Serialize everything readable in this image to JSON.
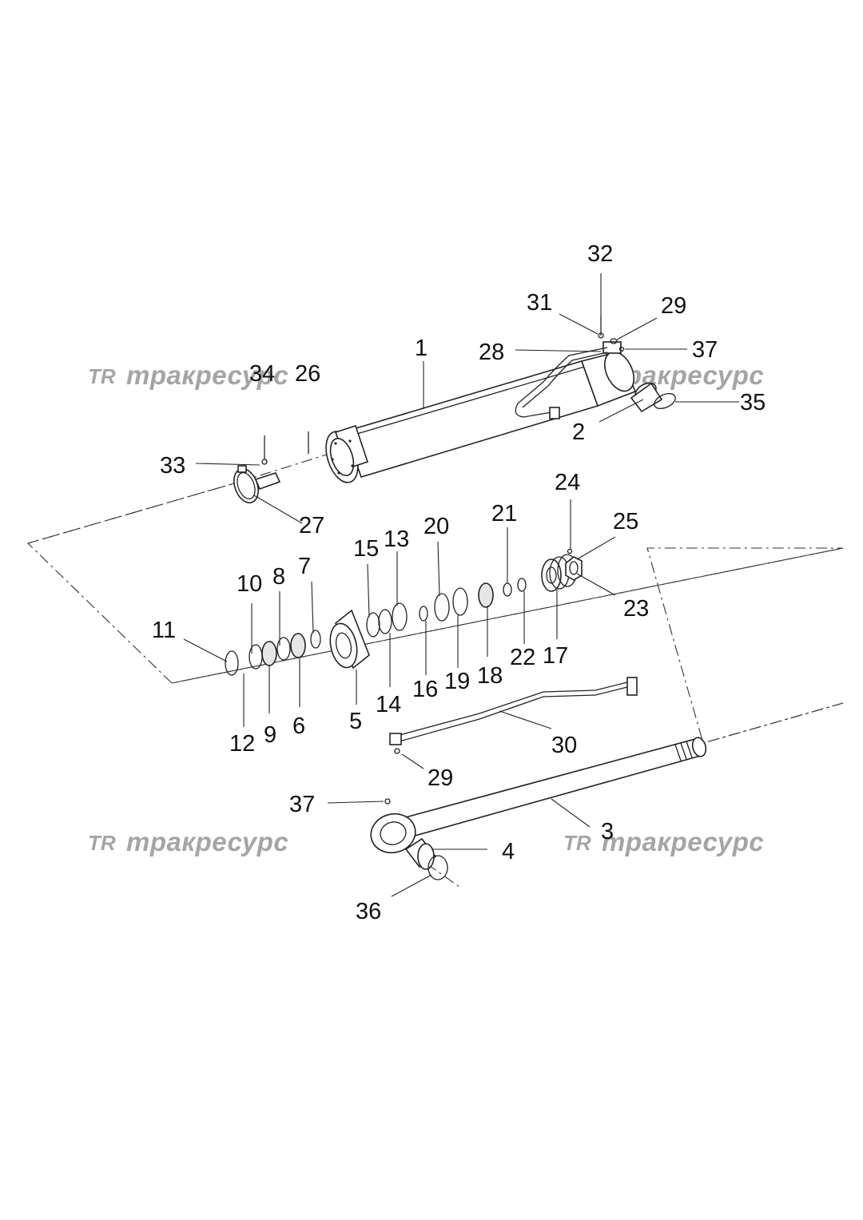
{
  "watermark": {
    "logo": "TR",
    "text": "тракресурс"
  },
  "labels": {
    "p1": "1",
    "p2": "2",
    "p3": "3",
    "p4": "4",
    "p5": "5",
    "p6": "6",
    "p7": "7",
    "p8": "8",
    "p9": "9",
    "p10": "10",
    "p11": "11",
    "p12": "12",
    "p13": "13",
    "p14": "14",
    "p15": "15",
    "p16": "16",
    "p17": "17",
    "p18": "18",
    "p19": "19",
    "p20": "20",
    "p21": "21",
    "p22": "22",
    "p23": "23",
    "p24": "24",
    "p25": "25",
    "p26": "26",
    "p27": "27",
    "p28": "28",
    "p29a": "29",
    "p29b": "29",
    "p30": "30",
    "p31": "31",
    "p32": "32",
    "p33": "33",
    "p34": "34",
    "p35": "35",
    "p36": "36",
    "p37a": "37",
    "p37b": "37"
  }
}
